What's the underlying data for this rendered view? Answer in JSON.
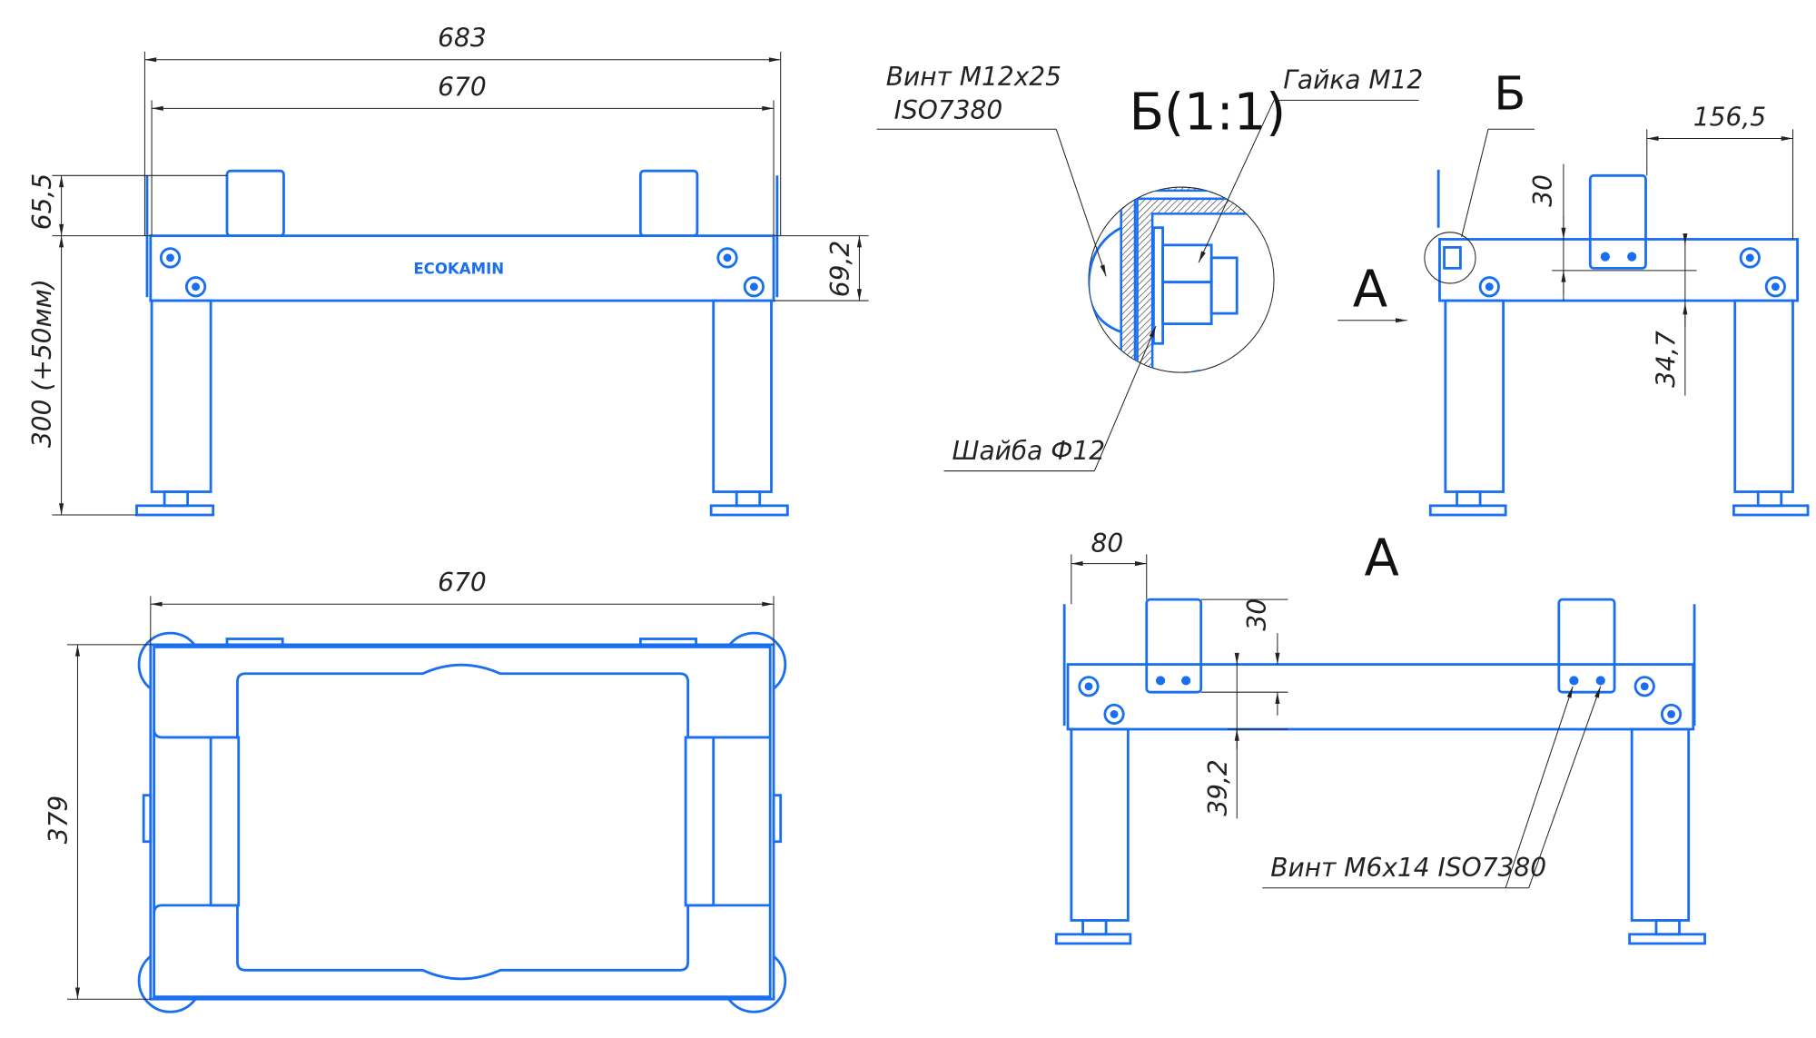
{
  "front_view": {
    "dim_overall": "683",
    "dim_inner": "670",
    "dim_post_height": "65,5",
    "dim_beam_height": "69,2",
    "dim_leg_height": "300 (+50мм)",
    "logo": "ECOKAMIN"
  },
  "top_view": {
    "dim_width": "670",
    "dim_depth": "379"
  },
  "detail": {
    "title": "Б(1:1)",
    "bolt_label_1": "Винт М12х25",
    "bolt_label_2": "ISO7380",
    "nut_label": "Гайка М12",
    "washer_label": "Шайба Ф12"
  },
  "side_view": {
    "detail_marker": "Б",
    "view_arrow_label": "А",
    "dim_post_offset": "156,5",
    "dim_post_overlap": "30",
    "dim_lower": "34,7"
  },
  "view_a": {
    "title": "А",
    "dim_post_offset": "80",
    "dim_post_overlap": "30",
    "dim_lower": "39,2",
    "screw_label": "Винт М6х14 ISO7380"
  },
  "colors": {
    "part": "#1a6ff0",
    "dimension": "#222222"
  }
}
